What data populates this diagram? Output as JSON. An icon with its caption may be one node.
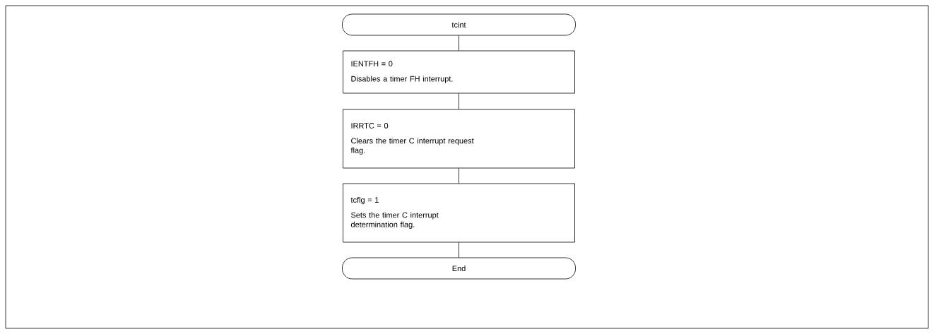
{
  "diagram": {
    "nodes": [
      {
        "text": [
          "tcint"
        ]
      },
      {
        "text": [
          "IENTFH = 0",
          "Disables a timer FH interrupt."
        ]
      },
      {
        "text": [
          "IRRTC = 0",
          "Clears the timer C interrupt request flag."
        ]
      },
      {
        "text": [
          "tcflg = 1",
          "Sets the timer C interrupt determination flag."
        ]
      },
      {
        "text": [
          "End"
        ]
      }
    ],
    "edges": [
      {
        "from": 0,
        "to": 1,
        "arrow": "none"
      },
      {
        "from": 1,
        "to": 2,
        "arrow": "none"
      },
      {
        "from": 2,
        "to": 3,
        "arrow": "none"
      },
      {
        "from": 3,
        "to": 4,
        "arrow": "none"
      }
    ]
  }
}
